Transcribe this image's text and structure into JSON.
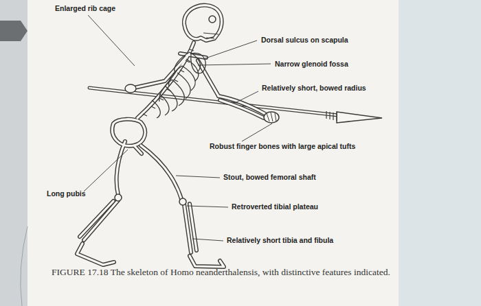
{
  "diagram": {
    "caption": "FIGURE 17.18 The skeleton of Homo neanderthalensis, with distinctive features indicated.",
    "labels": [
      "Enlarged rib cage",
      "Dorsal sulcus on scapula",
      "Narrow glenoid fossa",
      "Relatively short, bowed radius",
      "Robust finger bones with large apical tufts",
      "Stout, bowed femoral shaft",
      "Long pubis",
      "Retroverted tibial plateau",
      "Relatively short tibia and fibula"
    ]
  }
}
